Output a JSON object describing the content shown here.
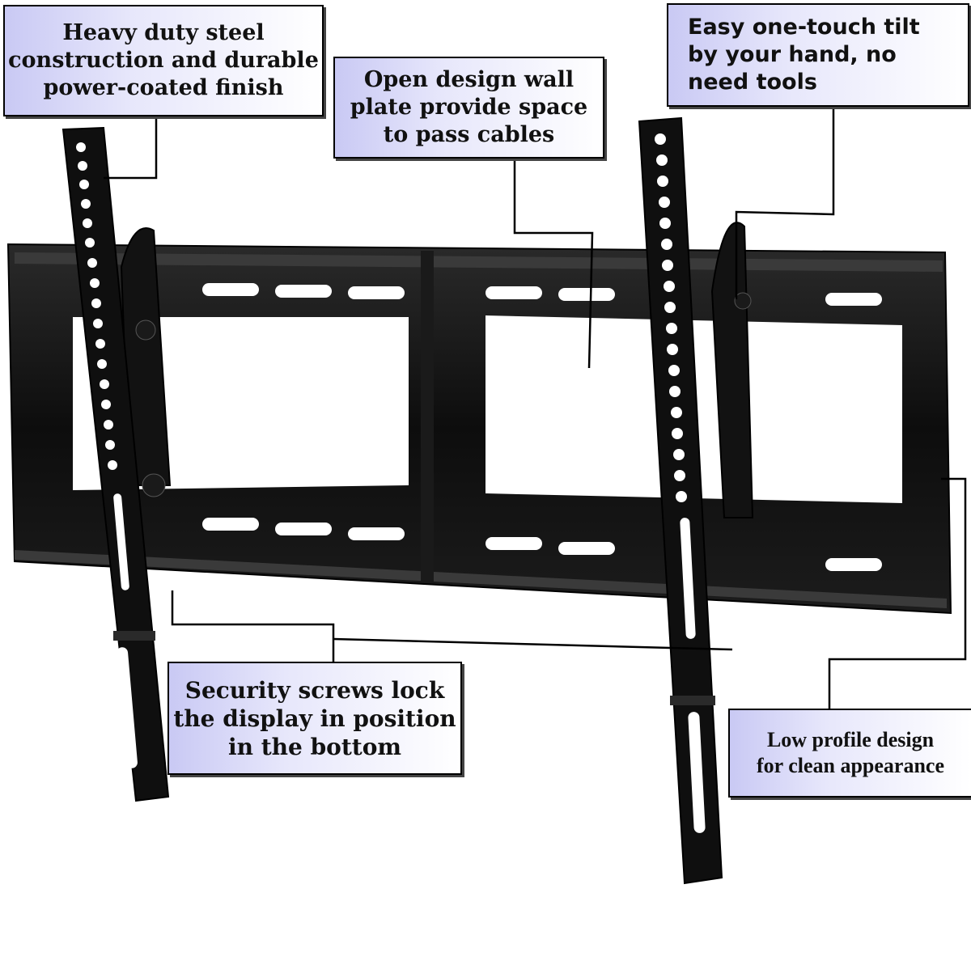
{
  "callouts": {
    "top_left": [
      "Heavy duty steel",
      "construction and durable",
      "power-coated finish"
    ],
    "top_middle": [
      "Open design wall",
      "plate provide space",
      "to pass cables"
    ],
    "top_right": [
      "Easy one-touch tilt",
      "by your hand, no",
      "need tools"
    ],
    "bottom_left": [
      "Security screws lock",
      "the display in position",
      "in the bottom"
    ],
    "bottom_right": [
      "Low profile design",
      "for clean appearance"
    ]
  },
  "colors": {
    "callout_fill": "#c9c9f4",
    "bracket": "#0f0f0f",
    "leader_line": "#000000"
  }
}
